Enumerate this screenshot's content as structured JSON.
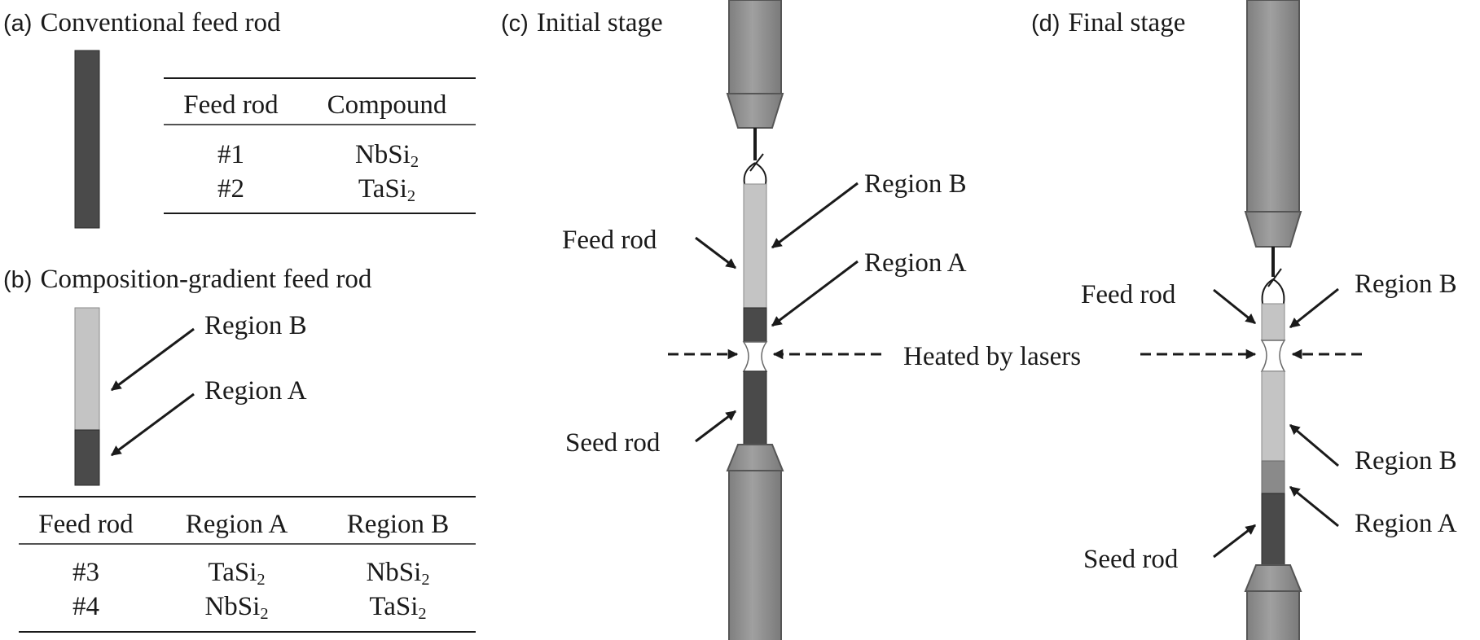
{
  "panels": {
    "a": {
      "letter": "(a)",
      "title": "Conventional feed rod",
      "table": {
        "headers": [
          "Feed rod",
          "Compound"
        ],
        "rows": [
          {
            "rod": "#1",
            "compound": {
              "base": "NbSi",
              "sub": "2"
            }
          },
          {
            "rod": "#2",
            "compound": {
              "base": "TaSi",
              "sub": "2"
            }
          }
        ]
      }
    },
    "b": {
      "letter": "(b)",
      "title": "Composition-gradient feed rod",
      "labels": {
        "region_b": "Region B",
        "region_a": "Region A"
      },
      "table": {
        "headers": [
          "Feed rod",
          "Region A",
          "Region B"
        ],
        "rows": [
          {
            "rod": "#3",
            "region_a": {
              "base": "TaSi",
              "sub": "2"
            },
            "region_b": {
              "base": "NbSi",
              "sub": "2"
            }
          },
          {
            "rod": "#4",
            "region_a": {
              "base": "NbSi",
              "sub": "2"
            },
            "region_b": {
              "base": "TaSi",
              "sub": "2"
            }
          }
        ]
      }
    },
    "c": {
      "letter": "(c)",
      "title": "Initial stage",
      "labels": {
        "feed_rod": "Feed rod",
        "region_b": "Region B",
        "region_a": "Region A",
        "seed_rod": "Seed rod"
      }
    },
    "d": {
      "letter": "(d)",
      "title": "Final stage",
      "labels": {
        "feed_rod": "Feed rod",
        "region_b_top": "Region B",
        "region_b_lower": "Region B",
        "region_a": "Region A",
        "seed_rod": "Seed rod"
      }
    },
    "shared": {
      "heated": "Heated by lasers"
    }
  },
  "colors": {
    "dark": "#4a4a4a",
    "light": "#c4c4c4",
    "mid": "#8a8a8a",
    "fixture": "#8f8f8f",
    "arrow": "#1a1a1a"
  }
}
